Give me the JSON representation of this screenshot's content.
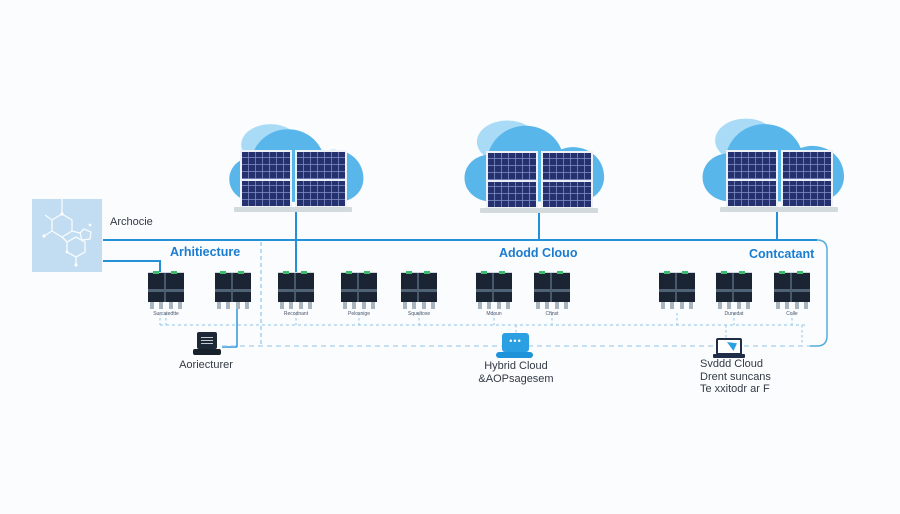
{
  "left_box": {
    "caption": "Archocie"
  },
  "sections": [
    {
      "label": "Arhitiecture"
    },
    {
      "label": "Adodd Clouo"
    },
    {
      "label": "Contcatant"
    }
  ],
  "devices": [
    {
      "label": "Surcatedtte"
    },
    {
      "label": ""
    },
    {
      "label": "Recodnant"
    },
    {
      "label": "Pelosnige"
    },
    {
      "label": "Squeltose"
    },
    {
      "label": "Mdoun"
    },
    {
      "label": "Cftnst"
    },
    {
      "label": ""
    },
    {
      "label": "Dunedat"
    },
    {
      "label": "Colle"
    }
  ],
  "laptops": {
    "workstation": {
      "label": "Aoriecturer"
    },
    "hybrid": {
      "line1": "Hybrid Cloud",
      "line2": "&AOPsagesem"
    },
    "client": {
      "line1": "Svddd Cloud",
      "line2": "Drent suncans",
      "line3": "Te xxitodr ar F"
    }
  },
  "clouds": {
    "count": 3
  },
  "colors": {
    "background": "#fafcfe",
    "accent_blue": "#2490d8",
    "dashed_blue": "#8fc4e8",
    "section_label_blue": "#1a7cd0",
    "cloud_blue": "#58b6ea",
    "cloud_light_blue": "#a9dbf6",
    "panel_navy": "#24316e",
    "device_dark": "#1b2433",
    "led_green": "#3dbb6b",
    "text_dark": "#333a45",
    "left_box_blue": "#c2ddf1"
  }
}
